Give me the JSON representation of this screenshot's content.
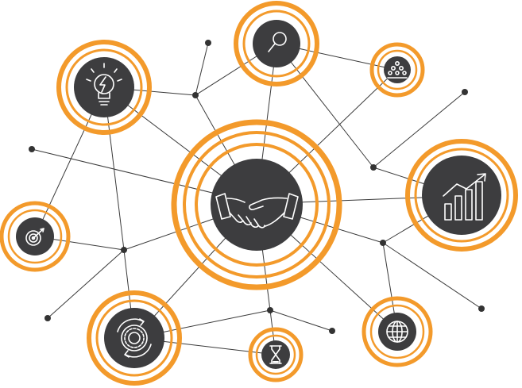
{
  "colors": {
    "accent": "#f39a2b",
    "core": "#3d3d3f",
    "line": "#3a3a3a",
    "icon": "#ffffff",
    "background": "#ffffff"
  },
  "nodes": [
    {
      "id": "handshake",
      "icon": "handshake-icon"
    },
    {
      "id": "idea",
      "icon": "lightbulb-icon"
    },
    {
      "id": "search",
      "icon": "magnifier-icon"
    },
    {
      "id": "team",
      "icon": "team-icon"
    },
    {
      "id": "growth",
      "icon": "bar-chart-growth-icon"
    },
    {
      "id": "target",
      "icon": "target-icon"
    },
    {
      "id": "process",
      "icon": "gear-cycle-icon"
    },
    {
      "id": "time",
      "icon": "hourglass-icon"
    },
    {
      "id": "global",
      "icon": "globe-icon"
    }
  ]
}
